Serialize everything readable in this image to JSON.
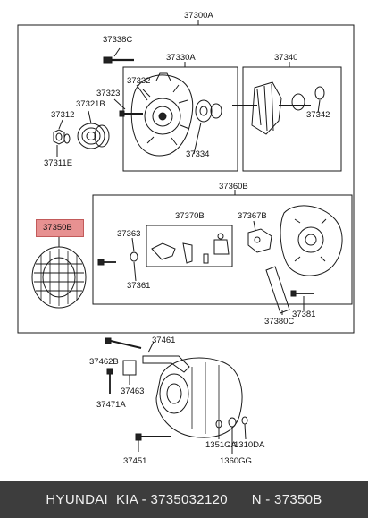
{
  "labels": {
    "l37300A": "37300A",
    "l37338C": "37338C",
    "l37332": "37332",
    "l37330A": "37330A",
    "l37340": "37340",
    "l37323": "37323",
    "l37321B": "37321B",
    "l37312": "37312",
    "l37311E": "37311E",
    "l37334": "37334",
    "l37342": "37342",
    "l37360B": "37360B",
    "l37350B": "37350B",
    "l37370B": "37370B",
    "l37367B": "37367B",
    "l37363": "37363",
    "l37361": "37361",
    "l37381": "37381",
    "l37380C": "37380C",
    "l37461": "37461",
    "l37462B": "37462B",
    "l37463": "37463",
    "l37471A": "37471A",
    "l1351GA": "1351GA",
    "l1310DA": "1310DA",
    "l1360GG": "1360GG",
    "l37451": "37451"
  },
  "highlight_color": "#e79191",
  "footer": {
    "brand": "HYUNDAI  KIA - 3735032120",
    "part": "N - 37350B"
  }
}
